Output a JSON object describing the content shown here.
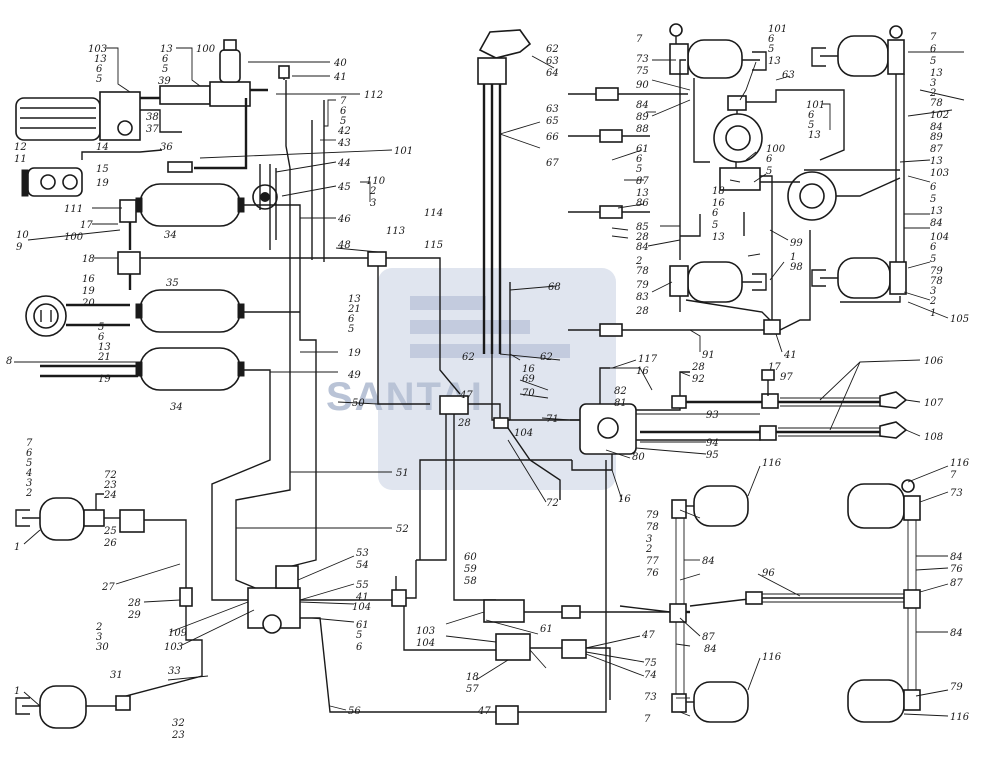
{
  "watermark": {
    "text": "SANTAI",
    "color": "#b9c3d6"
  },
  "labels": {
    "l103a": "103",
    "l13a": "13",
    "l6a": "6",
    "l5a": "5",
    "l13b": "13",
    "l100a": "100",
    "l6b": "6",
    "l5b": "5",
    "l39": "39",
    "l40": "40",
    "l41a": "41",
    "l38": "38",
    "l37": "37",
    "l36": "36",
    "l12": "12",
    "l11": "11",
    "l14": "14",
    "l15": "15",
    "l19a": "19",
    "l112": "112",
    "l7a": "7",
    "l6c": "6",
    "l5c": "5",
    "l42": "42",
    "l43": "43",
    "l101a": "101",
    "l44": "44",
    "l45": "45",
    "l110": "110",
    "l2a": "2",
    "l3a": "3",
    "l111": "111",
    "l17a": "17",
    "l100b": "100",
    "l34a": "34",
    "l46": "46",
    "l10": "10",
    "l9": "9",
    "l18a": "18",
    "l48": "48",
    "l113a": "113",
    "l114": "114",
    "l115": "115",
    "l16a": "16",
    "l19b": "19",
    "l20": "20",
    "l35": "35",
    "l13c": "13",
    "l21a": "21",
    "l6d": "6",
    "l5d": "5",
    "l5e": "5",
    "l6e": "6",
    "l13d": "13",
    "l21b": "21",
    "l8": "8",
    "l19c": "19",
    "l19d": "19",
    "l34b": "34",
    "l49": "49",
    "l62a": "62",
    "l63a": "63",
    "l64": "64",
    "l63b": "63",
    "l65": "65",
    "l66": "66",
    "l67": "67",
    "l68": "68",
    "l62b": "62",
    "l62c": "62",
    "l16b": "16",
    "l69": "69",
    "l70": "70",
    "l71": "71",
    "l7b": "7",
    "l73a": "73",
    "l75a": "75",
    "l90": "90",
    "l101b": "101",
    "l6f": "6",
    "l5f": "5",
    "l13e": "13",
    "l63c": "63",
    "l84a": "84",
    "l89a": "89",
    "l88": "88",
    "l61a": "61",
    "l6g": "6",
    "l5g": "5",
    "l87a": "87",
    "l13f": "13",
    "l100c": "100",
    "l6h": "6",
    "l5h": "5",
    "l18b": "18",
    "l16c": "16",
    "l6i": "6",
    "l5i": "5",
    "l13g": "13",
    "l86": "86",
    "l85": "85",
    "l28a": "28",
    "l84b": "84",
    "l2b": "2",
    "l78a": "78",
    "l79a": "79",
    "l83": "83",
    "l1a": "1",
    "l98": "98",
    "l99": "99",
    "l28b": "28",
    "l7c": "7",
    "l6j": "6",
    "l5j": "5",
    "l13h": "13",
    "l3b": "3",
    "l2c": "2",
    "l78b": "78",
    "l101c": "101",
    "l6k": "6",
    "l5k": "5",
    "l13i": "13",
    "l102": "102",
    "l84c": "84",
    "l89b": "89",
    "l87b": "87",
    "l13j": "13",
    "l103b": "103",
    "l6l": "6",
    "l5l": "5",
    "l13k": "13",
    "l84d": "84",
    "l104a": "104",
    "l6m": "6",
    "l5m": "5",
    "l79b": "79",
    "l78c": "78",
    "l3c": "3",
    "l2d": "2",
    "l1b": "1",
    "l105": "105",
    "l91": "91",
    "l41b": "41",
    "l117": "117",
    "l16d": "16",
    "l28c": "28",
    "l92": "92",
    "l17b": "17",
    "l97": "97",
    "l106": "106",
    "l82": "82",
    "l81": "81",
    "l107": "107",
    "l93": "93",
    "l94": "94",
    "l95": "95",
    "l108": "108",
    "l80": "80",
    "l16e": "16",
    "l50": "50",
    "l47a": "47",
    "l28d": "28",
    "l104b": "104",
    "l72a": "72",
    "l7d": "7",
    "l6n": "6",
    "l5n": "5",
    "l4": "4",
    "l3d": "3",
    "l2e": "2",
    "l72b": "72",
    "l23a": "23",
    "l24": "24",
    "l1c": "1",
    "l25": "25",
    "l26": "26",
    "l51": "51",
    "l52": "52",
    "l27": "27",
    "l53": "53",
    "l54": "54",
    "l60": "60",
    "l59": "59",
    "l58": "58",
    "l55": "55",
    "l41c": "41",
    "l104c": "104",
    "l28e": "28",
    "l29": "29",
    "l109": "109",
    "l103c": "103",
    "l61b": "61",
    "l5o": "5",
    "l6o": "6",
    "l2f": "2",
    "l3e": "3",
    "l30": "30",
    "l31": "31",
    "l33": "33",
    "l1d": "1",
    "l32": "32",
    "l23b": "23",
    "l103d": "103",
    "l104d": "104",
    "l18c": "18",
    "l57": "57",
    "l61c": "61",
    "l47b": "47",
    "l75b": "75",
    "l74": "74",
    "l56": "56",
    "l47c": "47",
    "l116a": "116",
    "l79c": "79",
    "l78d": "78",
    "l3f": "3",
    "l2g": "2",
    "l84e": "84",
    "l77": "77",
    "l76a": "76",
    "l116b": "116",
    "l7e": "7",
    "l73b": "73",
    "l84f": "84",
    "l76b": "76",
    "l87c": "87",
    "l96": "96",
    "l87d": "87",
    "l84g": "84",
    "l84h": "84",
    "l116c": "116",
    "l73c": "73",
    "l7f": "7",
    "l79d": "79",
    "l116d": "116"
  }
}
